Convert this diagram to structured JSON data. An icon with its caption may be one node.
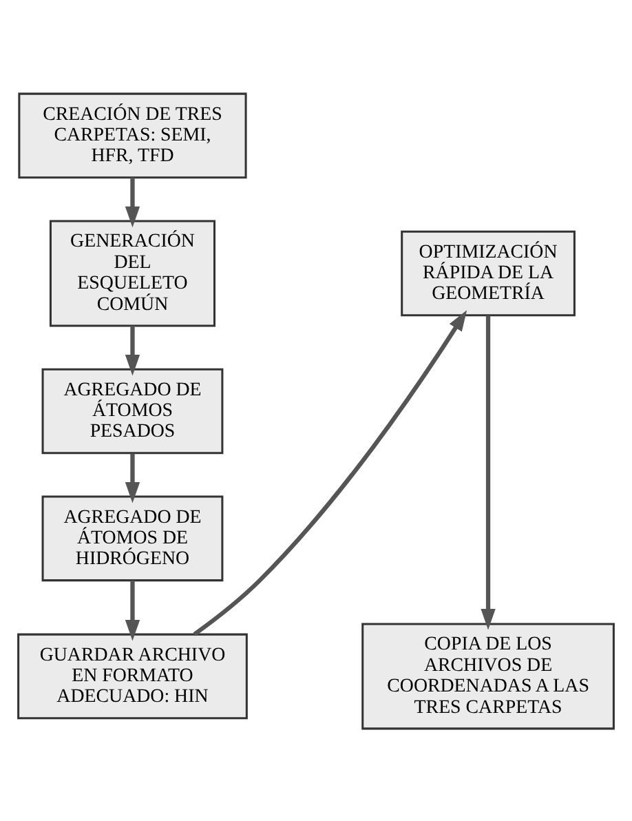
{
  "diagram": {
    "nodes": [
      {
        "text": [
          "CREACIÓN DE TRES CARPETAS: SEMI, HFR, TFD"
        ]
      },
      {
        "text": [
          "GENERACIÓN DEL ESQUELETO COMÚN"
        ]
      },
      {
        "text": [
          "AGREGADO DE ÁTOMOS PESADOS"
        ]
      },
      {
        "text": [
          "AGREGADO DE ÁTOMOS DE HIDRÓGENO"
        ]
      },
      {
        "text": [
          "GUARDAR ARCHIVO EN FORMATO ADECUADO: HIN"
        ]
      },
      {
        "text": [
          "OPTIMIZACIÓN RÁPIDA DE LA GEOMETRÍA"
        ]
      },
      {
        "text": [
          "COPIA DE LOS ARCHIVOS DE COORDENADAS A LAS TRES CARPETAS"
        ]
      }
    ],
    "edges": [
      {
        "from": 0,
        "to": 1,
        "arrow": "to"
      },
      {
        "from": 1,
        "to": 2,
        "arrow": "to"
      },
      {
        "from": 2,
        "to": 3,
        "arrow": "to"
      },
      {
        "from": 3,
        "to": 4,
        "arrow": "to"
      },
      {
        "from": 4,
        "to": 5,
        "arrow": "to"
      },
      {
        "from": 5,
        "to": 6,
        "arrow": "to"
      }
    ]
  }
}
